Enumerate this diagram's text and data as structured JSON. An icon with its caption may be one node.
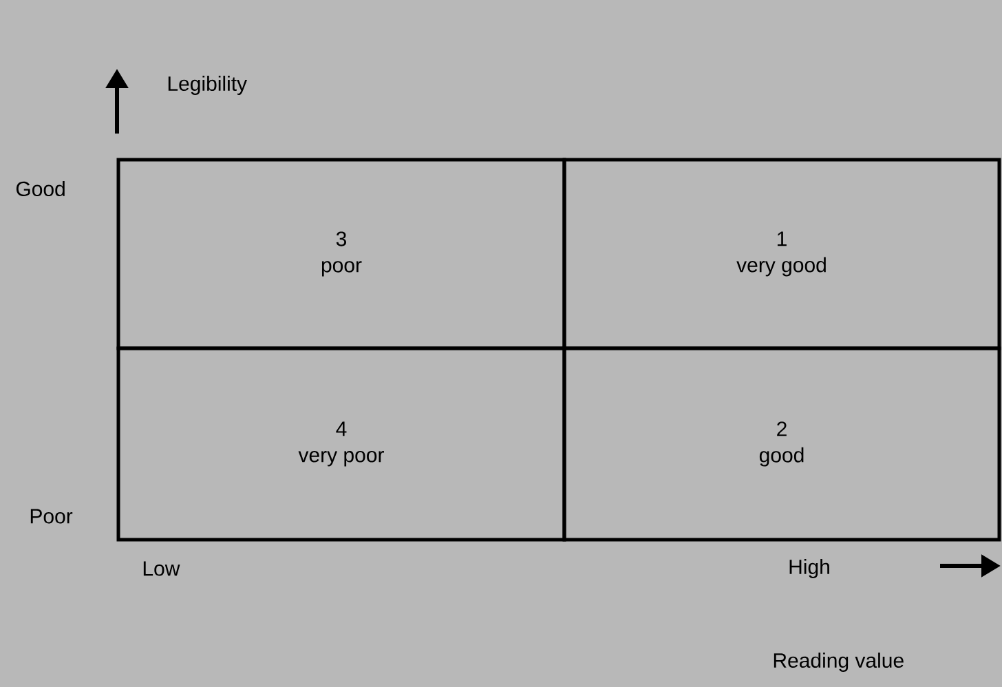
{
  "diagram": {
    "nodes": [
      {
        "text": [
          "3",
          "poor"
        ]
      },
      {
        "text": [
          "1",
          "very good"
        ]
      },
      {
        "text": [
          "4",
          "very poor"
        ]
      },
      {
        "text": [
          "2",
          "good"
        ]
      }
    ],
    "labels": [
      "Legibility",
      "Good",
      "Poor",
      "Low",
      "High",
      "Reading value"
    ]
  }
}
